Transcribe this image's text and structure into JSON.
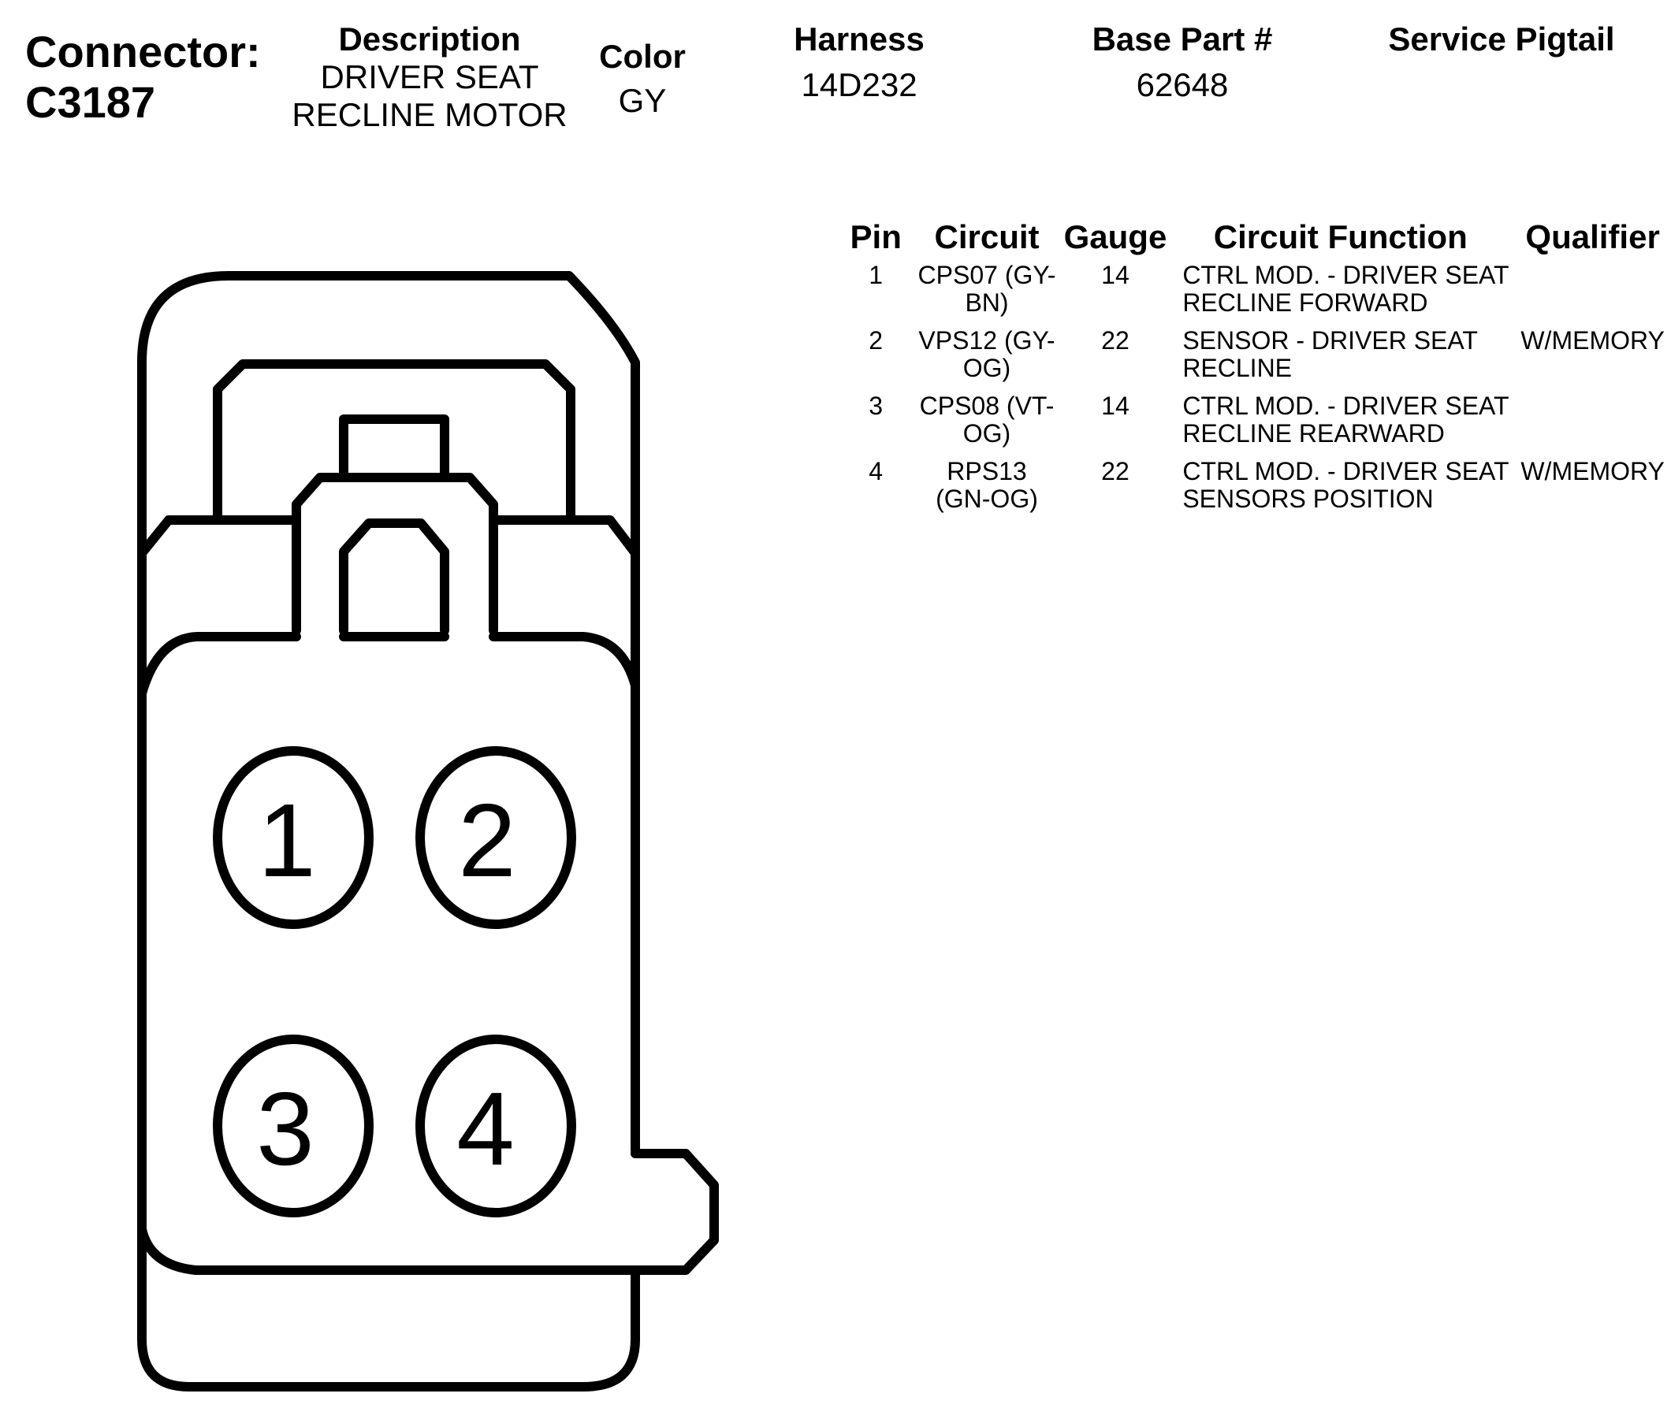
{
  "connector": {
    "label": "Connector:",
    "id": "C3187"
  },
  "header": {
    "description_label": "Description",
    "description_line1": "DRIVER SEAT",
    "description_line2": "RECLINE MOTOR",
    "color_label": "Color",
    "color_value": "GY",
    "harness_label": "Harness",
    "harness_value": "14D232",
    "base_part_label": "Base Part #",
    "base_part_value": "62648",
    "service_pigtail_label": "Service Pigtail",
    "service_pigtail_value": ""
  },
  "pin_table": {
    "columns": [
      "Pin",
      "Circuit",
      "Gauge",
      "Circuit Function",
      "Qualifier"
    ],
    "rows": [
      {
        "pin": "1",
        "circuit_line1": "CPS07 (GY-",
        "circuit_line2": "BN)",
        "gauge": "14",
        "function_line1": "CTRL MOD. - DRIVER SEAT",
        "function_line2": "RECLINE FORWARD",
        "qualifier": ""
      },
      {
        "pin": "2",
        "circuit_line1": "VPS12 (GY-",
        "circuit_line2": "OG)",
        "gauge": "22",
        "function_line1": "SENSOR - DRIVER SEAT",
        "function_line2": "RECLINE",
        "qualifier": "W/MEMORY"
      },
      {
        "pin": "3",
        "circuit_line1": "CPS08 (VT-",
        "circuit_line2": "OG)",
        "gauge": "14",
        "function_line1": "CTRL MOD. - DRIVER SEAT",
        "function_line2": "RECLINE REARWARD",
        "qualifier": ""
      },
      {
        "pin": "4",
        "circuit_line1": "RPS13",
        "circuit_line2": "(GN-OG)",
        "gauge": "22",
        "function_line1": "CTRL MOD. - DRIVER SEAT",
        "function_line2": "SENSORS POSITION",
        "qualifier": "W/MEMORY"
      }
    ]
  },
  "diagram": {
    "pin_labels": [
      "1",
      "2",
      "3",
      "4"
    ],
    "stroke_color": "#000000"
  }
}
